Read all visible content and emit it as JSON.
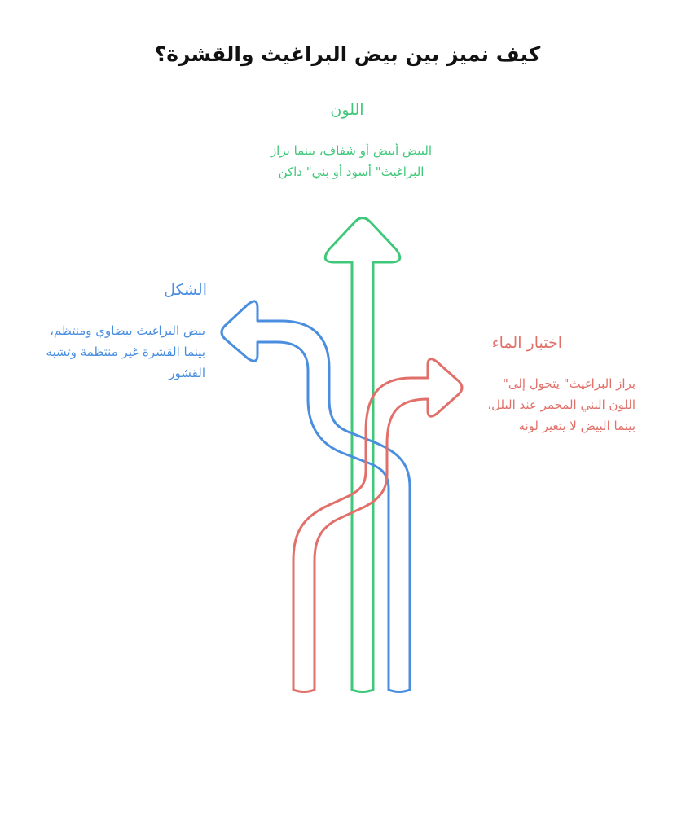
{
  "title": "كيف نميز بين بيض البراغيث والقشرة؟",
  "colors": {
    "green": "#3fc87a",
    "blue": "#4a8ee0",
    "red": "#e2706a"
  },
  "branches": [
    {
      "id": "color",
      "heading": "اللون",
      "description": "البيض أبيض أو شفاف، بينما براز البراغيث\" أسود أو بني\" داكن"
    },
    {
      "id": "shape",
      "heading": "الشكل",
      "description": "بيض البراغيث بيضاوي ومنتظم، بينما القشرة غير منتظمة وتشبه القشور"
    },
    {
      "id": "water",
      "heading": "اختبار الماء",
      "description": "براز البراغيث\" يتحول إلى\" اللون البني المحمر عند البلل، بينما البيض لا يتغير لونه"
    }
  ]
}
